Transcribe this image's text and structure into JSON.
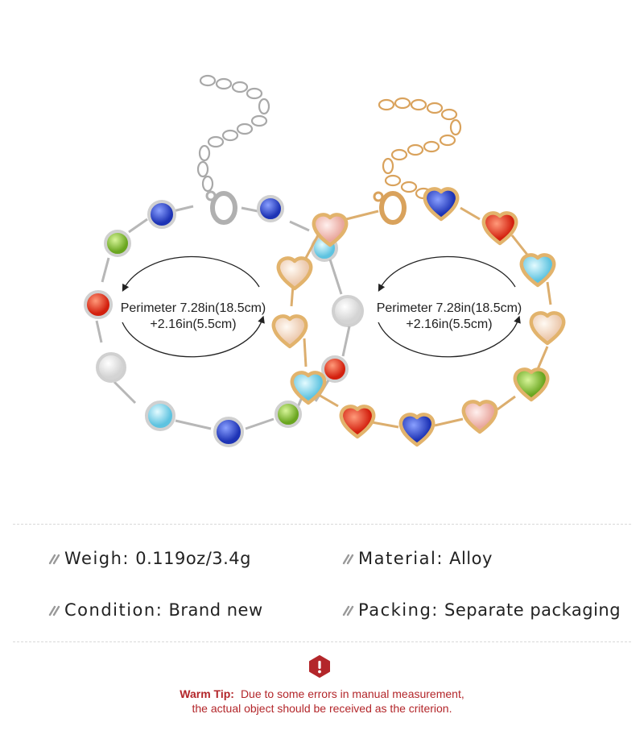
{
  "measurements": {
    "left": {
      "perimeter": "Perimeter 7.28in(18.5cm)",
      "extension": "+2.16in(5.5cm)"
    },
    "right": {
      "perimeter": "Perimeter 7.28in(18.5cm)",
      "extension": "+2.16in(5.5cm)"
    }
  },
  "specs": {
    "weigh": {
      "key": "Weigh:",
      "value": "0.119oz/3.4g"
    },
    "material": {
      "key": "Material:",
      "value": "Alloy"
    },
    "condition": {
      "key": "Condition:",
      "value": "Brand new"
    },
    "packing": {
      "key": "Packing:",
      "value": "Separate packaging"
    }
  },
  "warm_tip": {
    "title": "Warm Tip:",
    "line1": "Due to some errors in manual measurement,",
    "line2": "the actual object should be received as the criterion."
  },
  "icons": {
    "spec_bullet": "double-slash-icon",
    "warning": "warning-icon"
  },
  "colors": {
    "accent_red": "#b3262a",
    "silver": "#c8c8c8",
    "gold": "#e2b36c",
    "stone_blue": "#2f49c8",
    "stone_green": "#8cc63f",
    "stone_red": "#e0301e",
    "stone_cyan": "#7fd3e8",
    "stone_clear": "#eeeeee",
    "stone_pink": "#f4c6c0",
    "stone_peach": "#f6dcc8"
  }
}
